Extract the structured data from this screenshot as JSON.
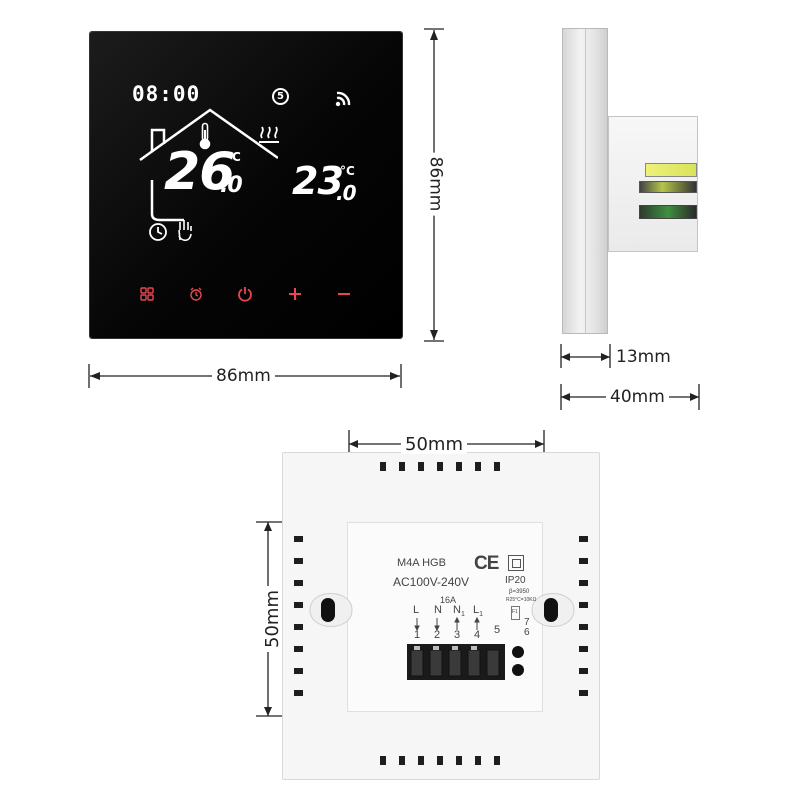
{
  "display": {
    "clock": "08:00",
    "program_number": "5",
    "room_temp": "26",
    "room_temp_decimal": ".0",
    "set_temp": "23",
    "set_temp_decimal": ".0",
    "unit": "°C",
    "touch_keys": [
      "menu",
      "clock",
      "power",
      "plus",
      "minus"
    ],
    "accent_color": "#e8474f"
  },
  "dimensions": {
    "front_height": "86mm",
    "front_width": "86mm",
    "side_plate_depth": "13mm",
    "side_total_depth": "40mm",
    "back_box_width": "50mm",
    "back_box_height": "50mm"
  },
  "back_label": {
    "model": "M4A HGB",
    "voltage": "AC100V-240V",
    "ce": "CE",
    "ip": "IP20",
    "current": "16A",
    "sensor_b": "β=3950",
    "sensor_r": "R25°C=10KΩ",
    "terminals": [
      {
        "name": "L",
        "num": "1"
      },
      {
        "name": "N",
        "num": "2"
      },
      {
        "name": "N",
        "sub": "1",
        "num": "3"
      },
      {
        "name": "L",
        "sub": "1",
        "num": "4"
      },
      {
        "name": "",
        "num": "5"
      }
    ],
    "sensor_terminals": [
      "7",
      "6"
    ],
    "sensor_box": "F1"
  }
}
